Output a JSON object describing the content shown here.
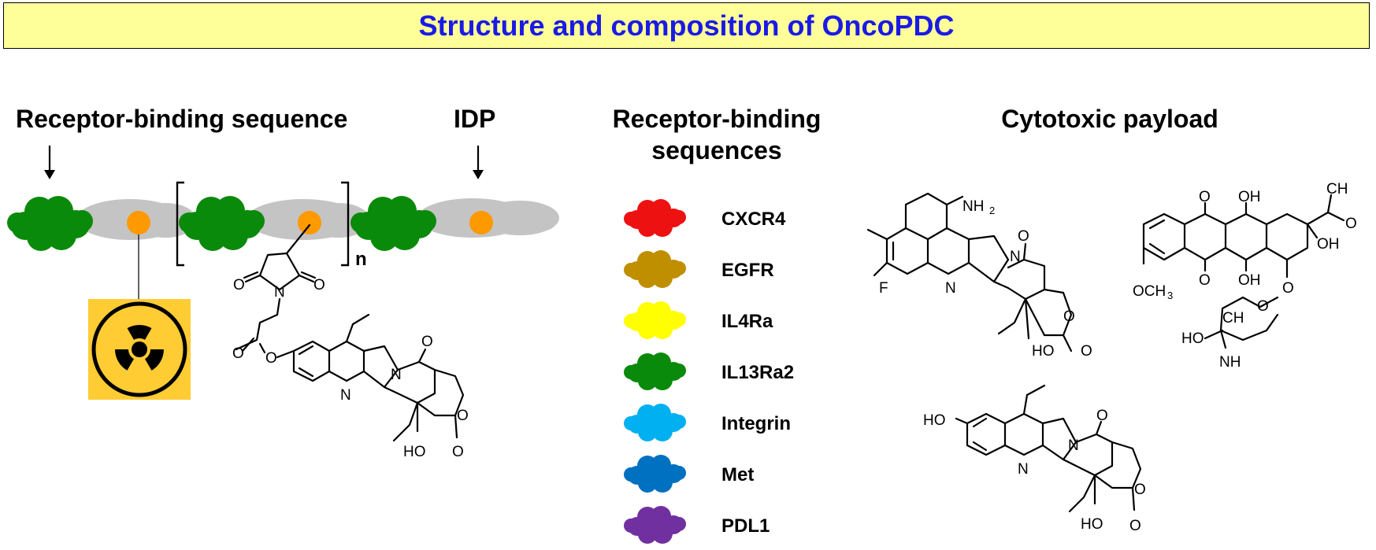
{
  "title": "Structure and composition of OncoPDC",
  "headers": {
    "receptor_binding_sequence": "Receptor-binding sequence",
    "idp": "IDP",
    "receptor_binding_sequences_line1": "Receptor-binding",
    "receptor_binding_sequences_line2": "sequences",
    "cytotoxic_payload": "Cytotoxic payload"
  },
  "repeat_label": "n",
  "legend": [
    {
      "label": "CXCR4",
      "color": "#ee1111"
    },
    {
      "label": "EGFR",
      "color": "#bf8f00"
    },
    {
      "label": "IL4Ra",
      "color": "#ffff00"
    },
    {
      "label": "IL13Ra2",
      "color": "#0a8a0a"
    },
    {
      "label": "Integrin",
      "color": "#00b0f0"
    },
    {
      "label": "Met",
      "color": "#0070c0"
    },
    {
      "label": "PDL1",
      "color": "#7030a0"
    }
  ],
  "colors": {
    "title_text": "#1a1ae6",
    "title_bg": "#ffff99",
    "idp": "#c4c4c4",
    "receptor": "#0a8a0a",
    "conjugation_site": "#ff9900",
    "radiation_bg": "#ffcc33"
  },
  "chem_labels": {
    "o": "O",
    "n": "N",
    "f": "F",
    "ho": "HO",
    "oh": "OH",
    "nh": "NH",
    "sub2": "2",
    "ch": "CH",
    "och": "OCH",
    "sub3": "3"
  },
  "icons": [
    "radiation-hazard-icon",
    "down-arrow-icon"
  ]
}
